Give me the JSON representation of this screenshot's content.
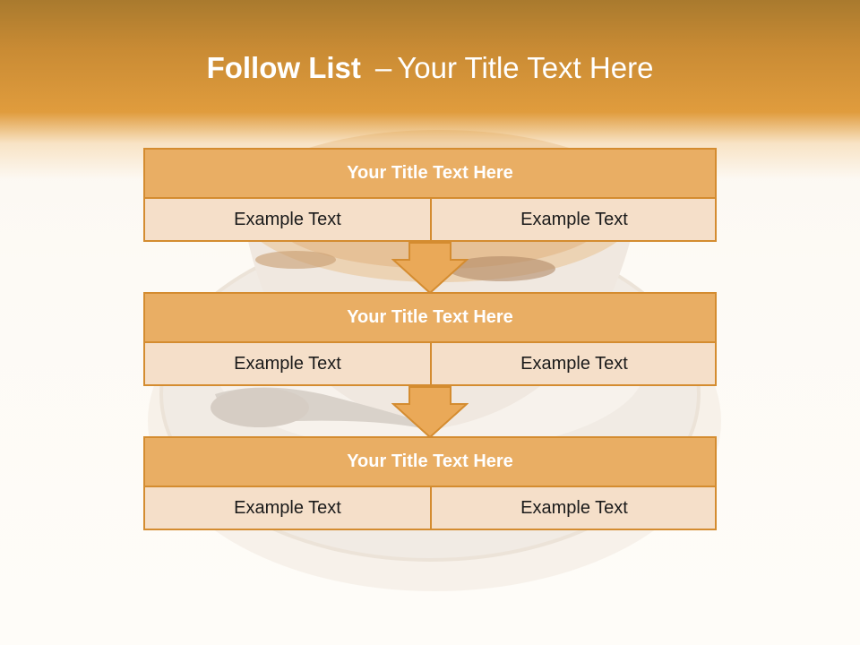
{
  "slide_title": {
    "bold": "Follow List",
    "dash": "–",
    "rest": "Your Title Text Here"
  },
  "steps": [
    {
      "title": "Your Title Text Here",
      "left": "Example Text",
      "right": "Example Text"
    },
    {
      "title": "Your Title Text Here",
      "left": "Example Text",
      "right": "Example Text"
    },
    {
      "title": "Your Title Text Here",
      "left": "Example Text",
      "right": "Example Text"
    }
  ],
  "colors": {
    "header": "#e09c3d",
    "box_header": "#e9ae64",
    "box_body": "#f5dfc9",
    "border": "#d48c30",
    "arrow": "#eaa958"
  }
}
